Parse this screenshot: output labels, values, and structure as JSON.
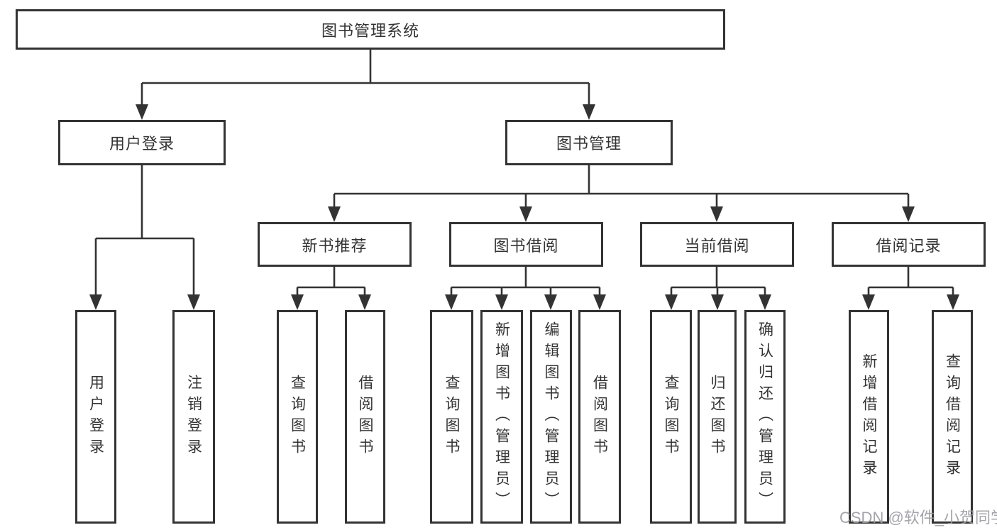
{
  "page": {
    "watermark": "CSDN @软件_小贺同学"
  },
  "colors": {
    "line": "#333333",
    "box_border": "#333333",
    "box_background": "#ffffff",
    "text": "#333333",
    "watermark": "#9b9ba3",
    "background": "#ffffff"
  },
  "nodes": {
    "l1": {
      "label": "图书管理系统"
    },
    "l2": [
      {
        "label": "用户登录"
      },
      {
        "label": "图书管理"
      }
    ],
    "l3": [
      {
        "label": "新书推荐"
      },
      {
        "label": "图书借阅"
      },
      {
        "label": "当前借阅"
      },
      {
        "label": "借阅记录"
      }
    ],
    "l4_user": [
      "用户登录",
      "注销登录"
    ],
    "l4_recommend": [
      "查询图书",
      "借阅图书"
    ],
    "l4_borrow": [
      "查询图书",
      "新增图书（管理员）",
      "编辑图书（管理员）",
      "借阅图书"
    ],
    "l4_current": [
      "查询图书",
      "归还图书",
      "确认归还（管理员）"
    ],
    "l4_records": [
      "新增借阅记录",
      "查询借阅记录"
    ]
  }
}
